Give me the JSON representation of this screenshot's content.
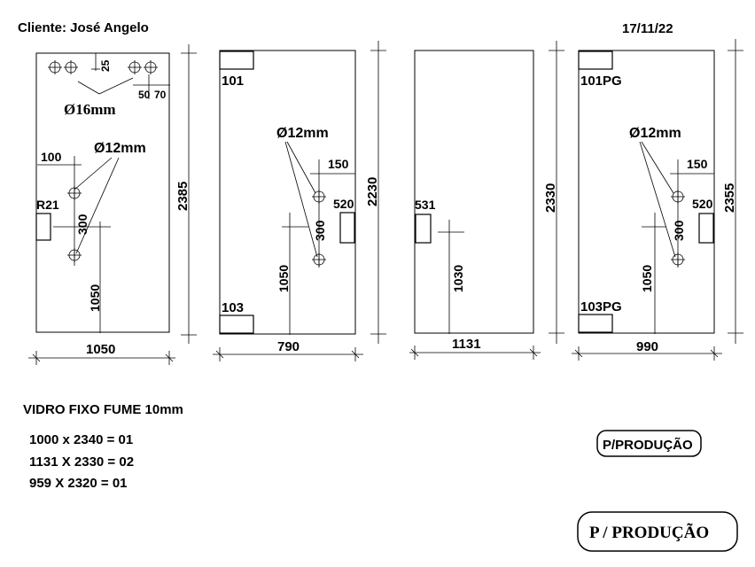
{
  "header": {
    "client": "Cliente: José Angelo",
    "date": "17/11/22"
  },
  "panel1": {
    "hole_spacing": "25",
    "offset_a": "50",
    "offset_b": "70",
    "big_hole": "Ø16mm",
    "small_hole": "Ø12mm",
    "edge": "100",
    "spacing": "300",
    "lock": "R21",
    "height_dim": "1050",
    "width": "1050",
    "total_height": "2385"
  },
  "panel2": {
    "top_hinge": "101",
    "bottom_hinge": "103",
    "hole": "Ø12mm",
    "edge": "150",
    "spacing": "300",
    "lock": "520",
    "height_dim": "1050",
    "width": "790",
    "total_height": "2230"
  },
  "panel3": {
    "lock": "531",
    "height_dim": "1030",
    "width": "1131",
    "total_height": "2330"
  },
  "panel4": {
    "top_hinge": "101PG",
    "bottom_hinge": "103PG",
    "hole": "Ø12mm",
    "edge": "150",
    "spacing": "300",
    "lock": "520",
    "height_dim": "1050",
    "width": "990",
    "total_height": "2355"
  },
  "notes": {
    "heading": "VIDRO FIXO FUME 10mm",
    "lines": [
      "1000 x 2340 = 01",
      "1131 X 2330 = 02",
      "959 X 2320 = 01"
    ]
  },
  "stamps": {
    "small": "P/PRODUÇÃO",
    "large": "P / PRODUÇÃO"
  }
}
